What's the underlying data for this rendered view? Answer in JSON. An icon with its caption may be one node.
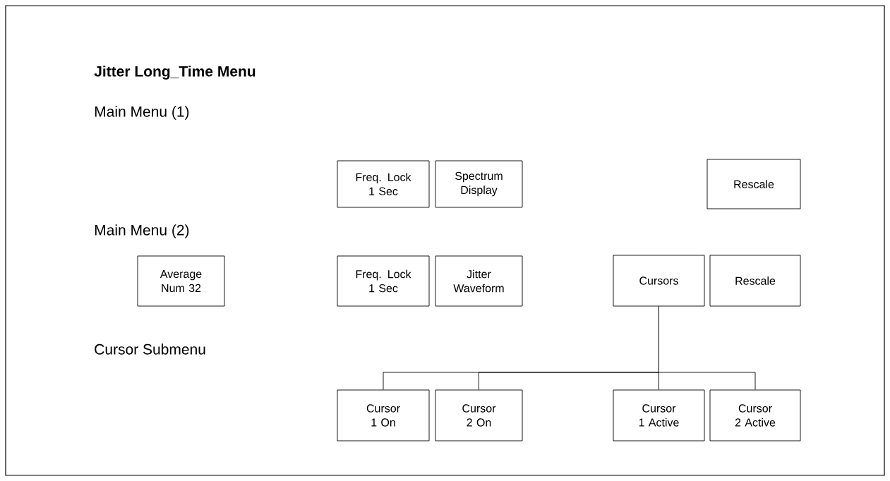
{
  "diagram": {
    "title": "Jitter Long_Time Menu",
    "nodes": [
      {
        "text": [
          "Freq. Lock 1 Sec"
        ]
      },
      {
        "text": [
          "Spectrum Display"
        ]
      },
      {
        "text": [
          "Rescale"
        ]
      },
      {
        "text": [
          "Average Num 32"
        ]
      },
      {
        "text": [
          "Freq. Lock 1 Sec"
        ]
      },
      {
        "text": [
          "Jitter Waveform"
        ]
      },
      {
        "text": [
          "Cursors"
        ]
      },
      {
        "text": [
          "Rescale"
        ]
      },
      {
        "text": [
          "Cursor 1 On"
        ]
      },
      {
        "text": [
          "Cursor 2 On"
        ]
      },
      {
        "text": [
          "Cursor 1 Active"
        ]
      },
      {
        "text": [
          "Cursor 2 Active"
        ]
      }
    ],
    "edges": [
      {
        "from": 6,
        "to": 8,
        "arrow": "none"
      },
      {
        "from": 6,
        "to": 9,
        "arrow": "none"
      },
      {
        "from": 6,
        "to": 10,
        "arrow": "none"
      },
      {
        "from": 6,
        "to": 11,
        "arrow": "none"
      }
    ],
    "labels": [
      "Main Menu (1)",
      "Main Menu (2)",
      "Cursor Submenu"
    ]
  }
}
